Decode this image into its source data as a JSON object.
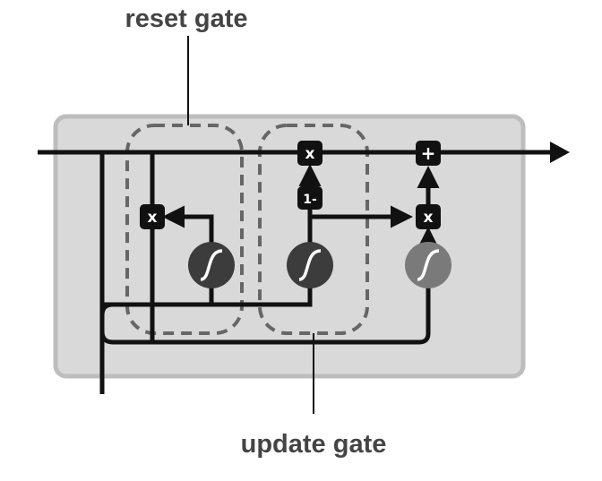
{
  "labels": {
    "reset_gate": "reset gate",
    "update_gate": "update gate"
  },
  "operators": {
    "multiply_reset": "x",
    "multiply_update": "x",
    "one_minus": "1-",
    "multiply_candidate": "x",
    "add": "+"
  },
  "icons": {
    "sigmoid_reset": "sigmoid-icon",
    "sigmoid_update": "sigmoid-icon",
    "tanh_candidate": "tanh-icon"
  },
  "colors": {
    "cell_fill": "#d9d9d9",
    "cell_border": "#bdbdbd",
    "line": "#111111",
    "gate_dashes": "#666666",
    "sigmoid_fill": "#3c3c3c",
    "tanh_fill": "#7a7a7a",
    "label_text": "#444444"
  }
}
